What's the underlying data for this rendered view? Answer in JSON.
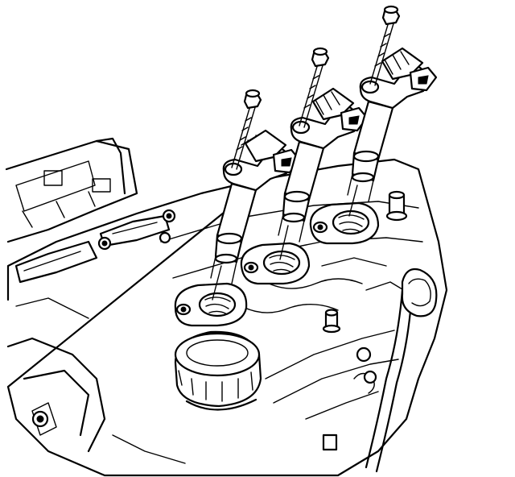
{
  "figure": {
    "colors": {
      "line": "#000000",
      "background": "#ffffff"
    },
    "components": [
      "engine-cylinder-head",
      "intake-manifold",
      "oil-filler-cap",
      "ignition-coil",
      "coil-mounting-bolt",
      "spark-plug-well",
      "oil-dipstick-tube"
    ],
    "coil_count": 3,
    "bolt_count": 3,
    "plug_well_count": 3
  }
}
